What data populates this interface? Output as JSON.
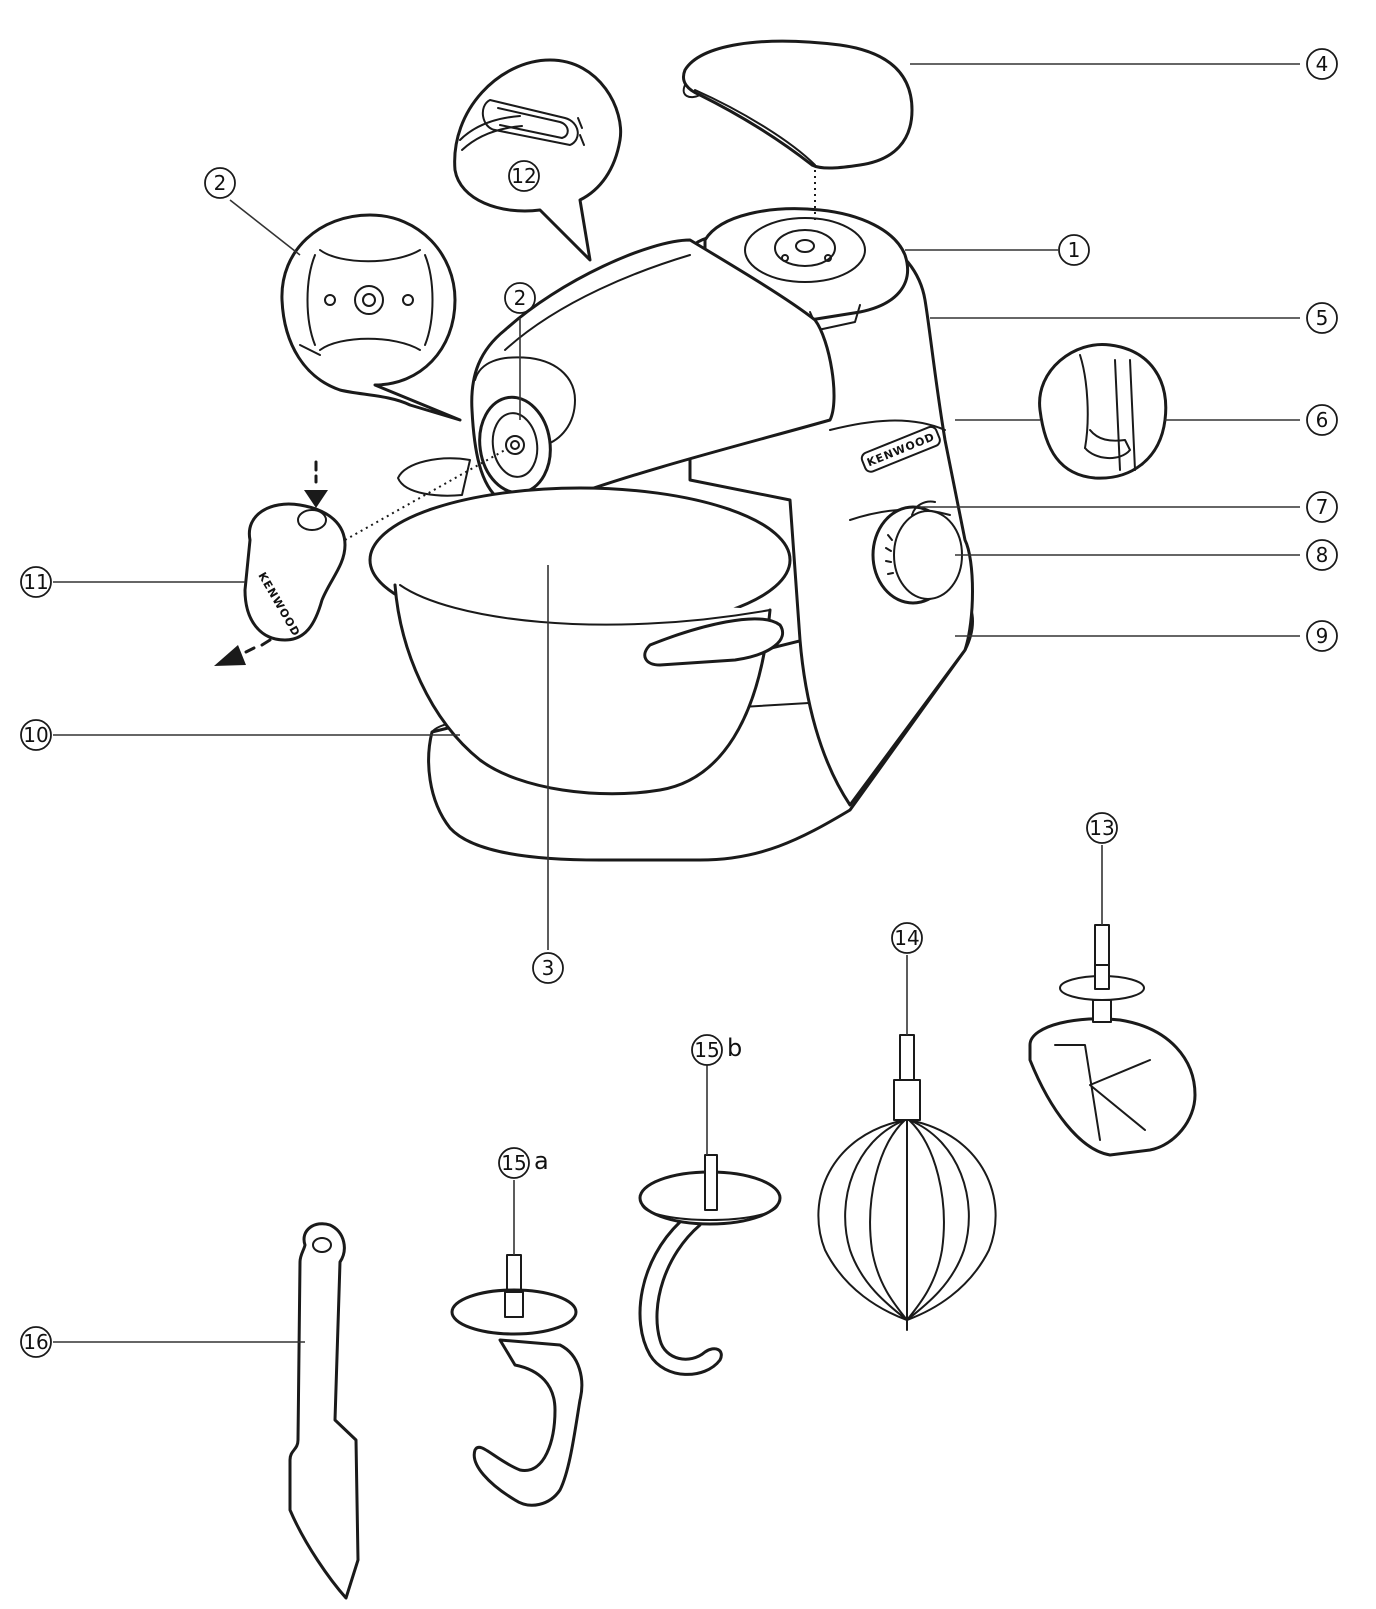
{
  "brand": "KENWOOD",
  "callouts": [
    {
      "id": "1",
      "text": "1"
    },
    {
      "id": "2a",
      "text": "2"
    },
    {
      "id": "2b",
      "text": "2"
    },
    {
      "id": "3",
      "text": "3"
    },
    {
      "id": "4",
      "text": "4"
    },
    {
      "id": "5",
      "text": "5"
    },
    {
      "id": "6",
      "text": "6"
    },
    {
      "id": "7",
      "text": "7"
    },
    {
      "id": "8",
      "text": "8"
    },
    {
      "id": "9",
      "text": "9"
    },
    {
      "id": "10",
      "text": "10"
    },
    {
      "id": "11",
      "text": "11"
    },
    {
      "id": "12",
      "text": "12"
    },
    {
      "id": "13",
      "text": "13"
    },
    {
      "id": "14",
      "text": "14"
    },
    {
      "id": "15a",
      "text": "15",
      "suffix": "a"
    },
    {
      "id": "15b",
      "text": "15",
      "suffix": "b"
    },
    {
      "id": "16",
      "text": "16"
    }
  ]
}
